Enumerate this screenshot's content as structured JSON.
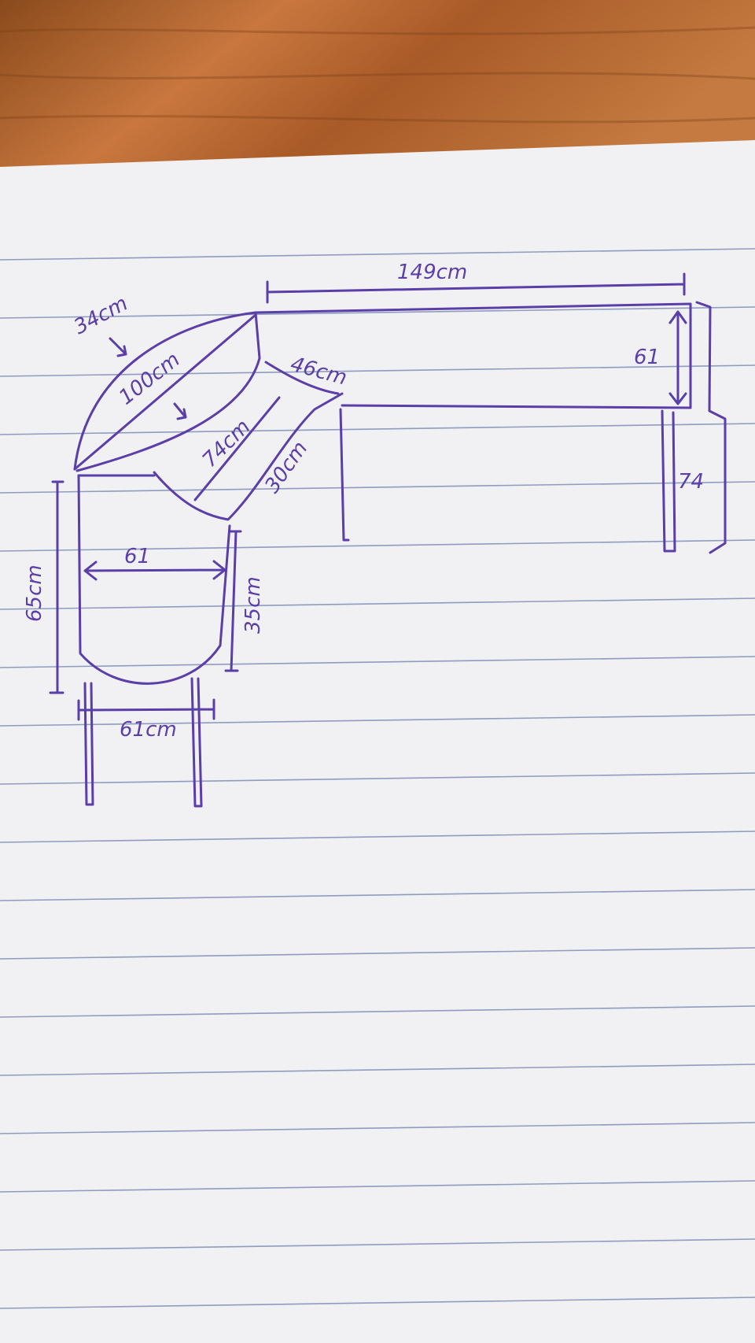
{
  "colors": {
    "wood_dark": "#8a4a1c",
    "wood_light": "#c8773e",
    "paper": "#f1f1f3",
    "rule_line": "#6f7fae",
    "ink": "#5b3fa8"
  },
  "dimensions": {
    "top_length": "149cm",
    "top_depth": "61",
    "desk_height": "74",
    "arc_depth": "34cm",
    "diagonal": "100cm",
    "corner_width": "74cm",
    "corner_side": "46cm",
    "corner_inner": "30cm",
    "left_length": "65cm",
    "left_width": "61",
    "left_inner": "35cm",
    "leg_span": "61cm"
  }
}
